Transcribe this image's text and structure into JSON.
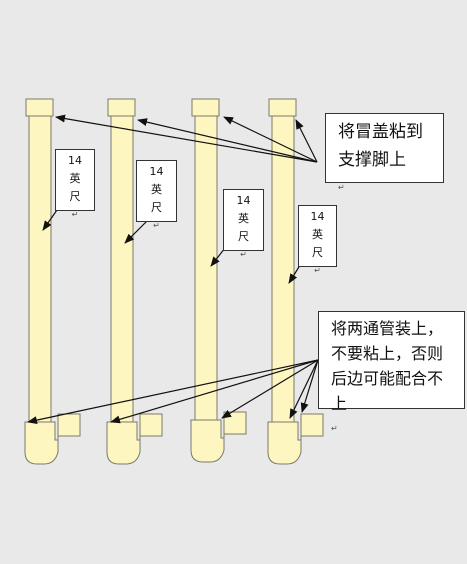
{
  "length_labels": [
    {
      "num": "14",
      "ch1": "英",
      "ch2": "尺"
    },
    {
      "num": "14",
      "ch1": "英",
      "ch2": "尺"
    },
    {
      "num": "14",
      "ch1": "英",
      "ch2": "尺"
    },
    {
      "num": "14",
      "ch1": "英",
      "ch2": "尺"
    }
  ],
  "note_cap": {
    "line1": "将冒盖粘到",
    "line2": "支撑脚上"
  },
  "note_pipe": {
    "line1": "将两通管装上，",
    "line2": "不要粘上，否则",
    "line3": "后边可能配合不",
    "line4": "上"
  },
  "colors": {
    "pipe_fill": "#fdf6c0",
    "pipe_stroke": "#7a7a6a",
    "background": "#e9e9e9",
    "arrow": "#111111"
  }
}
